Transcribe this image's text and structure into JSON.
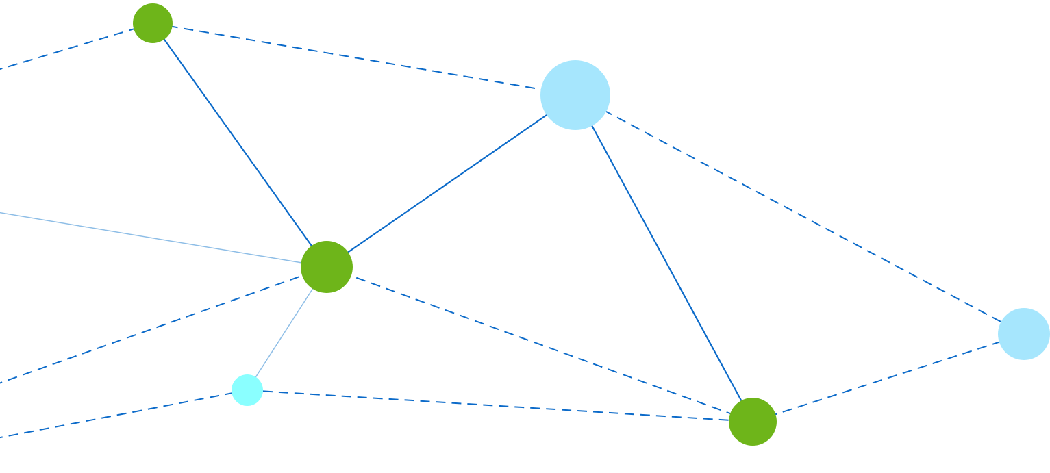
{
  "diagram": {
    "type": "network-graph",
    "background_color": "#ffffff",
    "colors": {
      "green_node": "#6eb51a",
      "light_blue_node": "#a6e6fd",
      "cyan_node": "#8affff",
      "edge_dark": "#0b6ac9",
      "edge_light": "#8dbde6"
    },
    "nodes": [
      {
        "id": "n1",
        "kind": "green"
      },
      {
        "id": "n2",
        "kind": "light-blue"
      },
      {
        "id": "n3",
        "kind": "green"
      },
      {
        "id": "n4",
        "kind": "cyan"
      },
      {
        "id": "n5",
        "kind": "green"
      },
      {
        "id": "n6",
        "kind": "light-blue"
      }
    ],
    "edges": [
      {
        "from": "n1",
        "to": "n3",
        "style": "solid"
      },
      {
        "from": "n3",
        "to": "n2",
        "style": "solid"
      },
      {
        "from": "n2",
        "to": "n5",
        "style": "solid"
      },
      {
        "from": "n3",
        "to": "n4",
        "style": "thin"
      },
      {
        "from": "n1",
        "to": "n2",
        "style": "dashed"
      },
      {
        "from": "n2",
        "to": "n6",
        "style": "dashed"
      },
      {
        "from": "n3",
        "to": "n5",
        "style": "dashed"
      },
      {
        "from": "n4",
        "to": "n5",
        "style": "dashed"
      },
      {
        "from": "n5",
        "to": "n6",
        "style": "dashed"
      },
      {
        "from": "off-left-top",
        "to": "n1",
        "style": "dashed"
      },
      {
        "from": "off-left-mid",
        "to": "n3",
        "style": "thin"
      },
      {
        "from": "off-left-lower",
        "to": "n3",
        "style": "dashed"
      },
      {
        "from": "off-left-bottom",
        "to": "n4",
        "style": "dashed"
      }
    ]
  }
}
